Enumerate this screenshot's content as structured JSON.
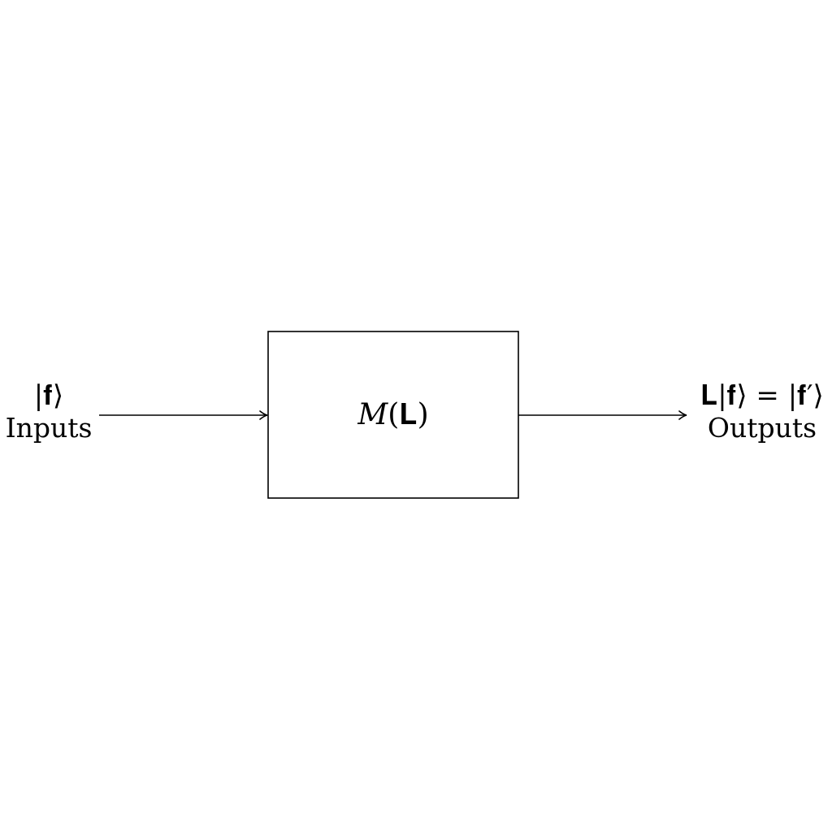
{
  "diagram": {
    "input": {
      "math": "|𝐟⟩",
      "label": "Inputs"
    },
    "block": {
      "label": "𝑀(𝐋)"
    },
    "output": {
      "math": "𝐋|𝐟⟩ = |𝐟′⟩",
      "label": "Outputs"
    },
    "colors": {
      "stroke": "#000000",
      "background": "#ffffff"
    }
  }
}
